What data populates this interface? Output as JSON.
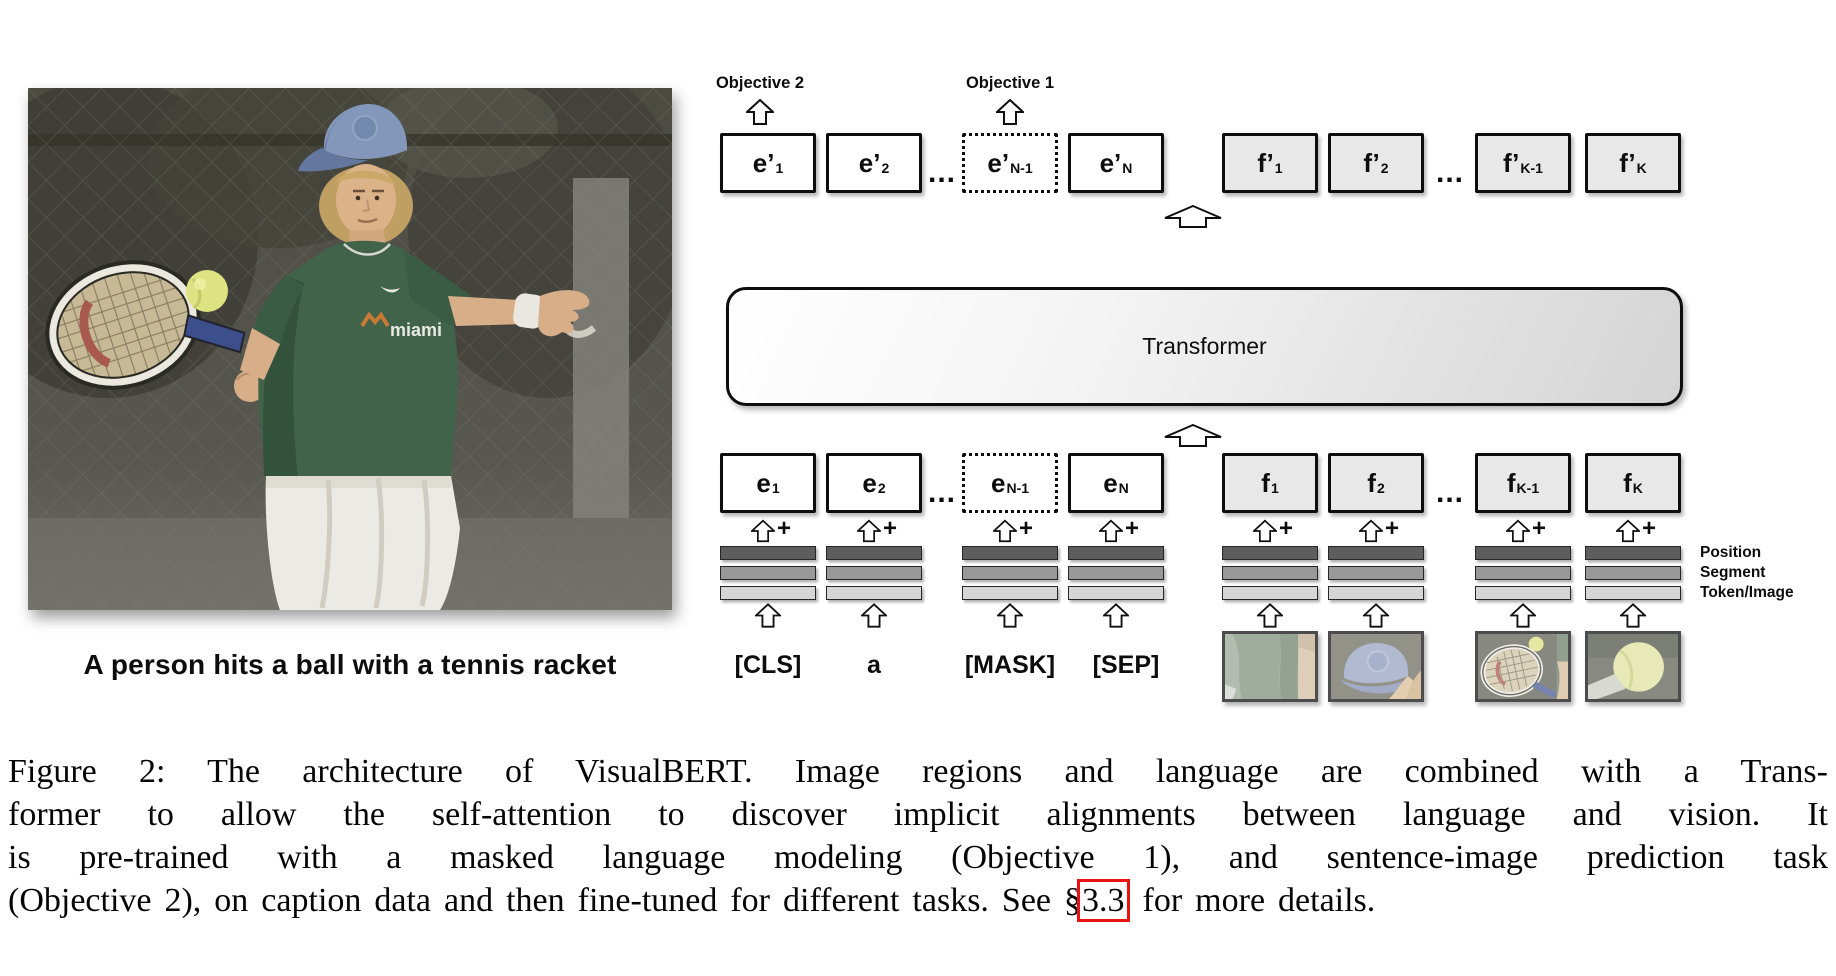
{
  "photo": {
    "caption": "A person hits a ball with a tennis racket"
  },
  "diagram": {
    "objective2": "Objective 2",
    "objective1": "Objective 1",
    "transformer": "Transformer",
    "dots": "...",
    "plus": "+",
    "top_row": [
      {
        "base": "e’",
        "sub": "1"
      },
      {
        "base": "e’",
        "sub": "2"
      },
      {
        "base": "e’",
        "sub": "N-1"
      },
      {
        "base": "e’",
        "sub": "N"
      },
      {
        "base": "f’",
        "sub": "1"
      },
      {
        "base": "f’",
        "sub": "2"
      },
      {
        "base": "f’",
        "sub": "K-1"
      },
      {
        "base": "f’",
        "sub": "K"
      }
    ],
    "bottom_row": [
      {
        "base": "e",
        "sub": "1"
      },
      {
        "base": "e",
        "sub": "2"
      },
      {
        "base": "e",
        "sub": "N-1"
      },
      {
        "base": "e",
        "sub": "N"
      },
      {
        "base": "f",
        "sub": "1"
      },
      {
        "base": "f",
        "sub": "2"
      },
      {
        "base": "f",
        "sub": "K-1"
      },
      {
        "base": "f",
        "sub": "K"
      }
    ],
    "tokens": [
      "[CLS]",
      "a",
      "[MASK]",
      "[SEP]"
    ],
    "embedding_labels": [
      "Position",
      "Segment",
      "Token/Image"
    ],
    "patches": [
      "shirt-region",
      "cap-region",
      "racket-and-ball-region",
      "ball-region"
    ]
  },
  "caption": {
    "line1": "Figure 2: The architecture of VisualBERT. Image regions and language are combined with a Trans-",
    "line2": "former to allow the self-attention to discover implicit alignments between language and vision.  It",
    "line3": "is pre-trained with a masked language modeling (Objective 1), and sentence-image prediction task",
    "line4_pre": "(Objective 2), on caption data and then fine-tuned for different tasks.  See §",
    "line4_ref": "3.3",
    "line4_post": " for more details."
  },
  "colors": {
    "image_box_bg": "#e8e8e8",
    "bar_position": "#5d5d5d",
    "bar_segment": "#989898",
    "bar_token_image": "#d6d6d6",
    "ref_box": "#ea1212"
  }
}
